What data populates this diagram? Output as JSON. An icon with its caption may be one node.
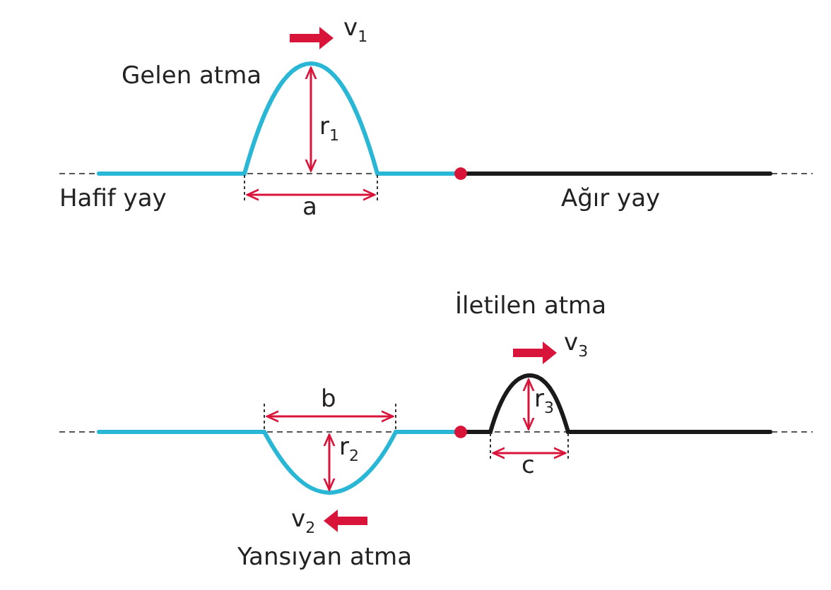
{
  "diagram": {
    "labels": [
      "v$_{1}$",
      "Gelen atma",
      "r$_{1}$",
      "Hafif yay",
      "a",
      "Ağır yay",
      "İletilen atma",
      "v$_{3}$",
      "r$_{3}$",
      "b",
      "r$_{2}$",
      "c",
      "v$_{2}$",
      "Yansıyan atma"
    ]
  }
}
